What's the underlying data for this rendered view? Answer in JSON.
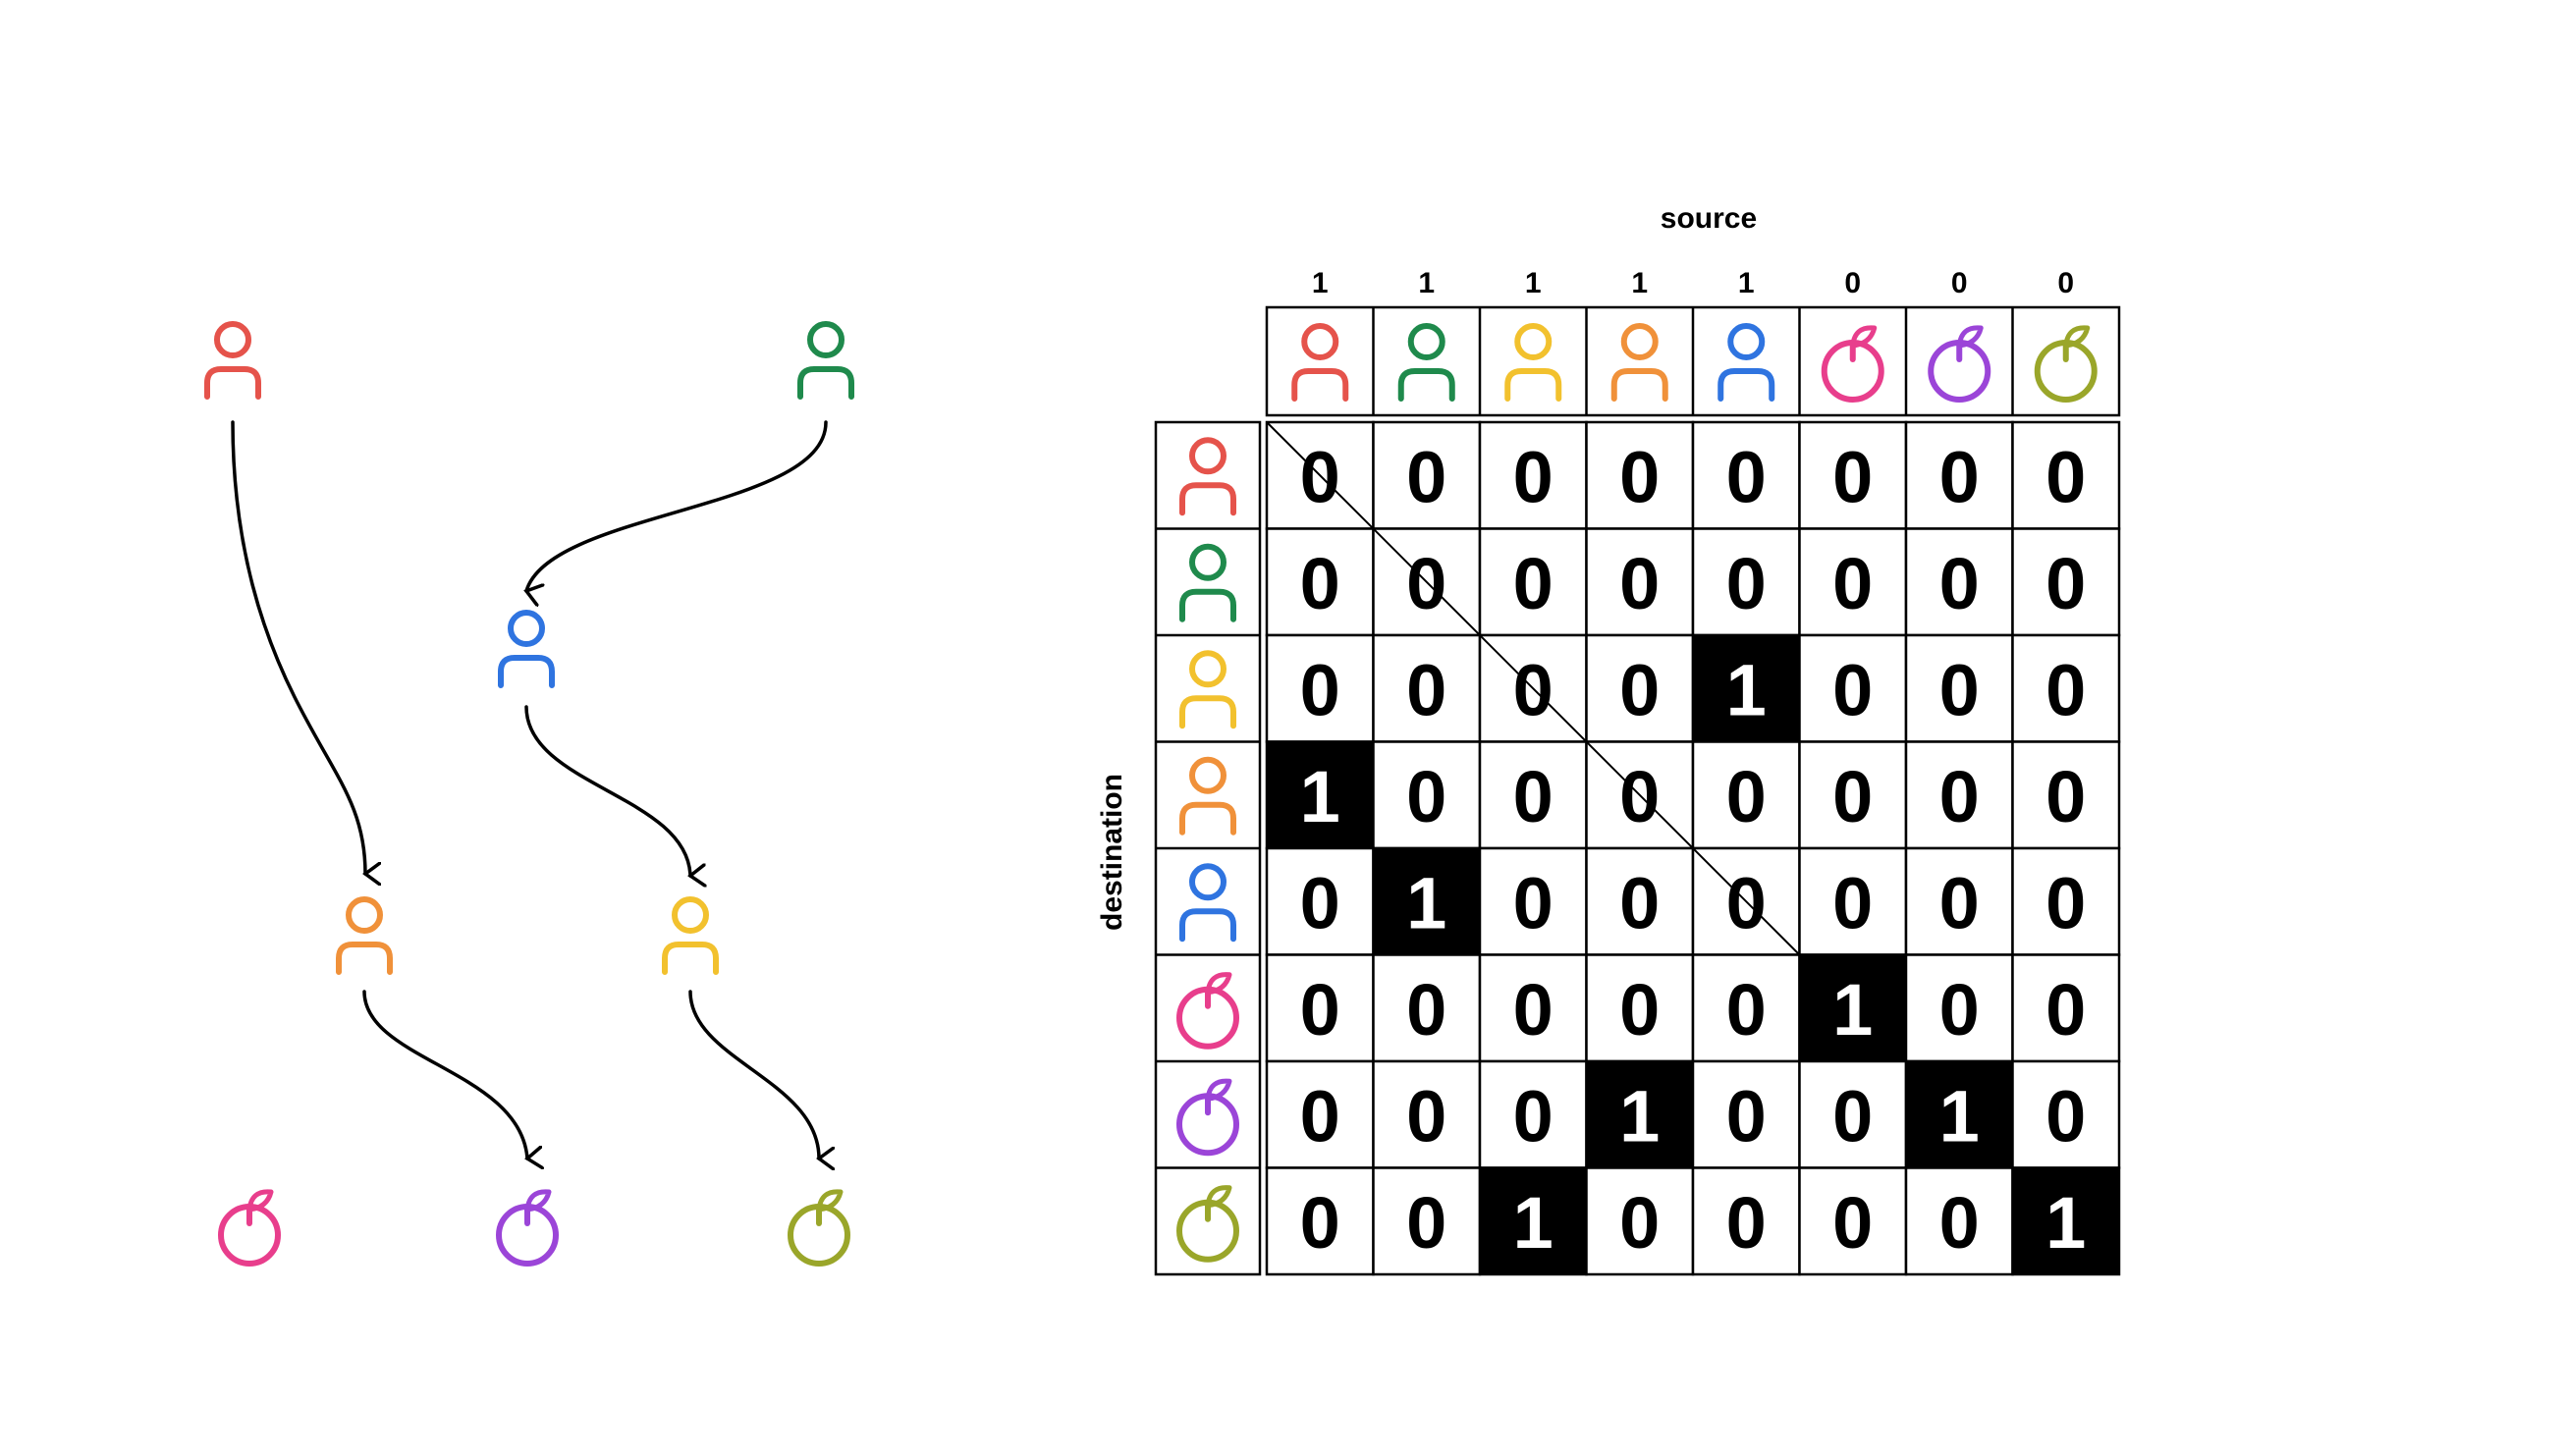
{
  "labels": {
    "source": "source",
    "destination": "destination"
  },
  "colors": {
    "red": "#e5534b",
    "green": "#1f8a4c",
    "yellow": "#f2c12e",
    "orange": "#f0913a",
    "blue": "#2f74e0",
    "pink": "#e83e8c",
    "purple": "#9b45d8",
    "olive": "#9aa62a"
  },
  "nodes": [
    {
      "id": "red",
      "kind": "person",
      "color": "red"
    },
    {
      "id": "green",
      "kind": "person",
      "color": "green"
    },
    {
      "id": "yellow",
      "kind": "person",
      "color": "yellow"
    },
    {
      "id": "orange",
      "kind": "person",
      "color": "orange"
    },
    {
      "id": "blue",
      "kind": "person",
      "color": "blue"
    },
    {
      "id": "pink",
      "kind": "apple",
      "color": "pink"
    },
    {
      "id": "purple",
      "kind": "apple",
      "color": "purple"
    },
    {
      "id": "olive",
      "kind": "apple",
      "color": "olive"
    }
  ],
  "edges": [
    {
      "from": "red",
      "to": "orange"
    },
    {
      "from": "green",
      "to": "blue"
    },
    {
      "from": "blue",
      "to": "yellow"
    },
    {
      "from": "orange",
      "to": "purple"
    },
    {
      "from": "yellow",
      "to": "olive"
    }
  ],
  "source_values": [
    "1",
    "1",
    "1",
    "1",
    "1",
    "0",
    "0",
    "0"
  ],
  "matrix": [
    [
      0,
      0,
      0,
      0,
      0,
      0,
      0,
      0
    ],
    [
      0,
      0,
      0,
      0,
      0,
      0,
      0,
      0
    ],
    [
      0,
      0,
      0,
      0,
      1,
      0,
      0,
      0
    ],
    [
      1,
      0,
      0,
      0,
      0,
      0,
      0,
      0
    ],
    [
      0,
      1,
      0,
      0,
      0,
      0,
      0,
      0
    ],
    [
      0,
      0,
      0,
      0,
      0,
      1,
      0,
      0
    ],
    [
      0,
      0,
      0,
      1,
      0,
      0,
      1,
      0
    ],
    [
      0,
      0,
      1,
      0,
      0,
      0,
      0,
      1
    ]
  ]
}
